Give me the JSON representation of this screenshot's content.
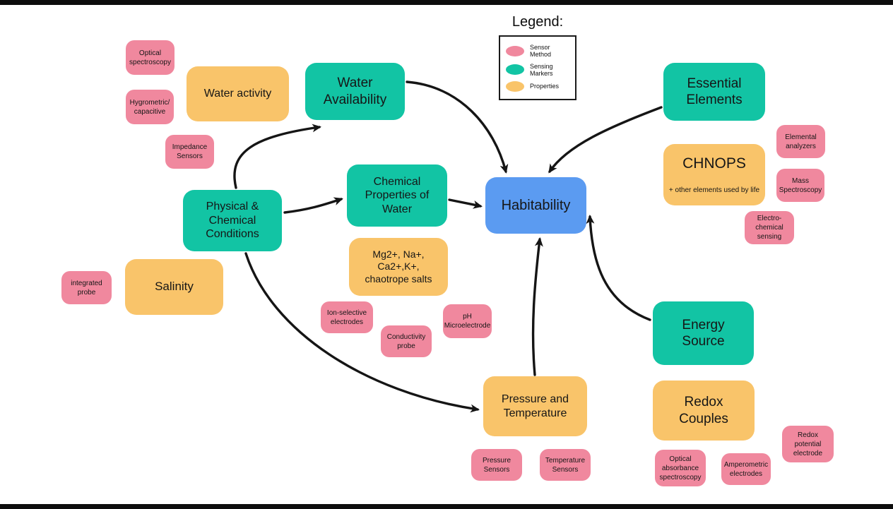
{
  "colors": {
    "pink": "#f0889e",
    "teal": "#12c4a4",
    "orange": "#f9c46a",
    "blue": "#5b9bf1",
    "bg": "#ffffff"
  },
  "legend": {
    "title": "Legend:",
    "items": [
      {
        "label": "Sensor\nMethod",
        "kind": "pink"
      },
      {
        "label": "Sensing\nMarkers",
        "kind": "teal"
      },
      {
        "label": "Properties",
        "kind": "orange"
      }
    ]
  },
  "nodes": {
    "habitability": "Habitability",
    "water_availability": "Water\nAvailability",
    "water_activity": "Water activity",
    "optical_spectroscopy": "Optical\nspectroscopy",
    "hygrometric": "Hygrometric/\ncapacitive",
    "impedance": "Impedance\nSensors",
    "physical_chemical": "Physical &\nChemical\nConditions",
    "chem_props_water": "Chemical\nProperties of\nWater",
    "essential_elements": "Essential\nElements",
    "chnops_title": "CHNOPS",
    "chnops_sub": "+ other elements used by life",
    "elemental_analyzers": "Elemental\nanalyzers",
    "mass_spectroscopy": "Mass\nSpectroscopy",
    "electrochemical_sensing": "Electro-\nchemical\nsensing",
    "salts": "Mg2+, Na+,\nCa2+,K+,\nchaotrope salts",
    "salinity": "Salinity",
    "integrated_probe": "integrated\nprobe",
    "ion_selective": "Ion-selective\nelectrodes",
    "conductivity_probe": "Conductivity\nprobe",
    "ph_microelectrode": "pH\nMicroelectrode",
    "pressure_temperature": "Pressure and\nTemperature",
    "pressure_sensors": "Pressure\nSensors",
    "temperature_sensors": "Temperature\nSensors",
    "energy_source": "Energy\nSource",
    "redox_couples": "Redox\nCouples",
    "optical_absorbance": "Optical\nabsorbance\nspectroscopy",
    "amperometric": "Amperometric\nelectrodes",
    "redox_potential": "Redox\npotential\nelectrode"
  },
  "edges": [
    {
      "from": "Physical & Chemical Conditions",
      "to": "Water Availability"
    },
    {
      "from": "Physical & Chemical Conditions",
      "to": "Chemical Properties of Water"
    },
    {
      "from": "Physical & Chemical Conditions",
      "to": "Pressure and Temperature"
    },
    {
      "from": "Water Availability",
      "to": "Habitability"
    },
    {
      "from": "Chemical Properties of Water",
      "to": "Habitability"
    },
    {
      "from": "Essential Elements",
      "to": "Habitability"
    },
    {
      "from": "Energy Source",
      "to": "Habitability"
    },
    {
      "from": "Pressure and Temperature",
      "to": "Habitability"
    }
  ]
}
